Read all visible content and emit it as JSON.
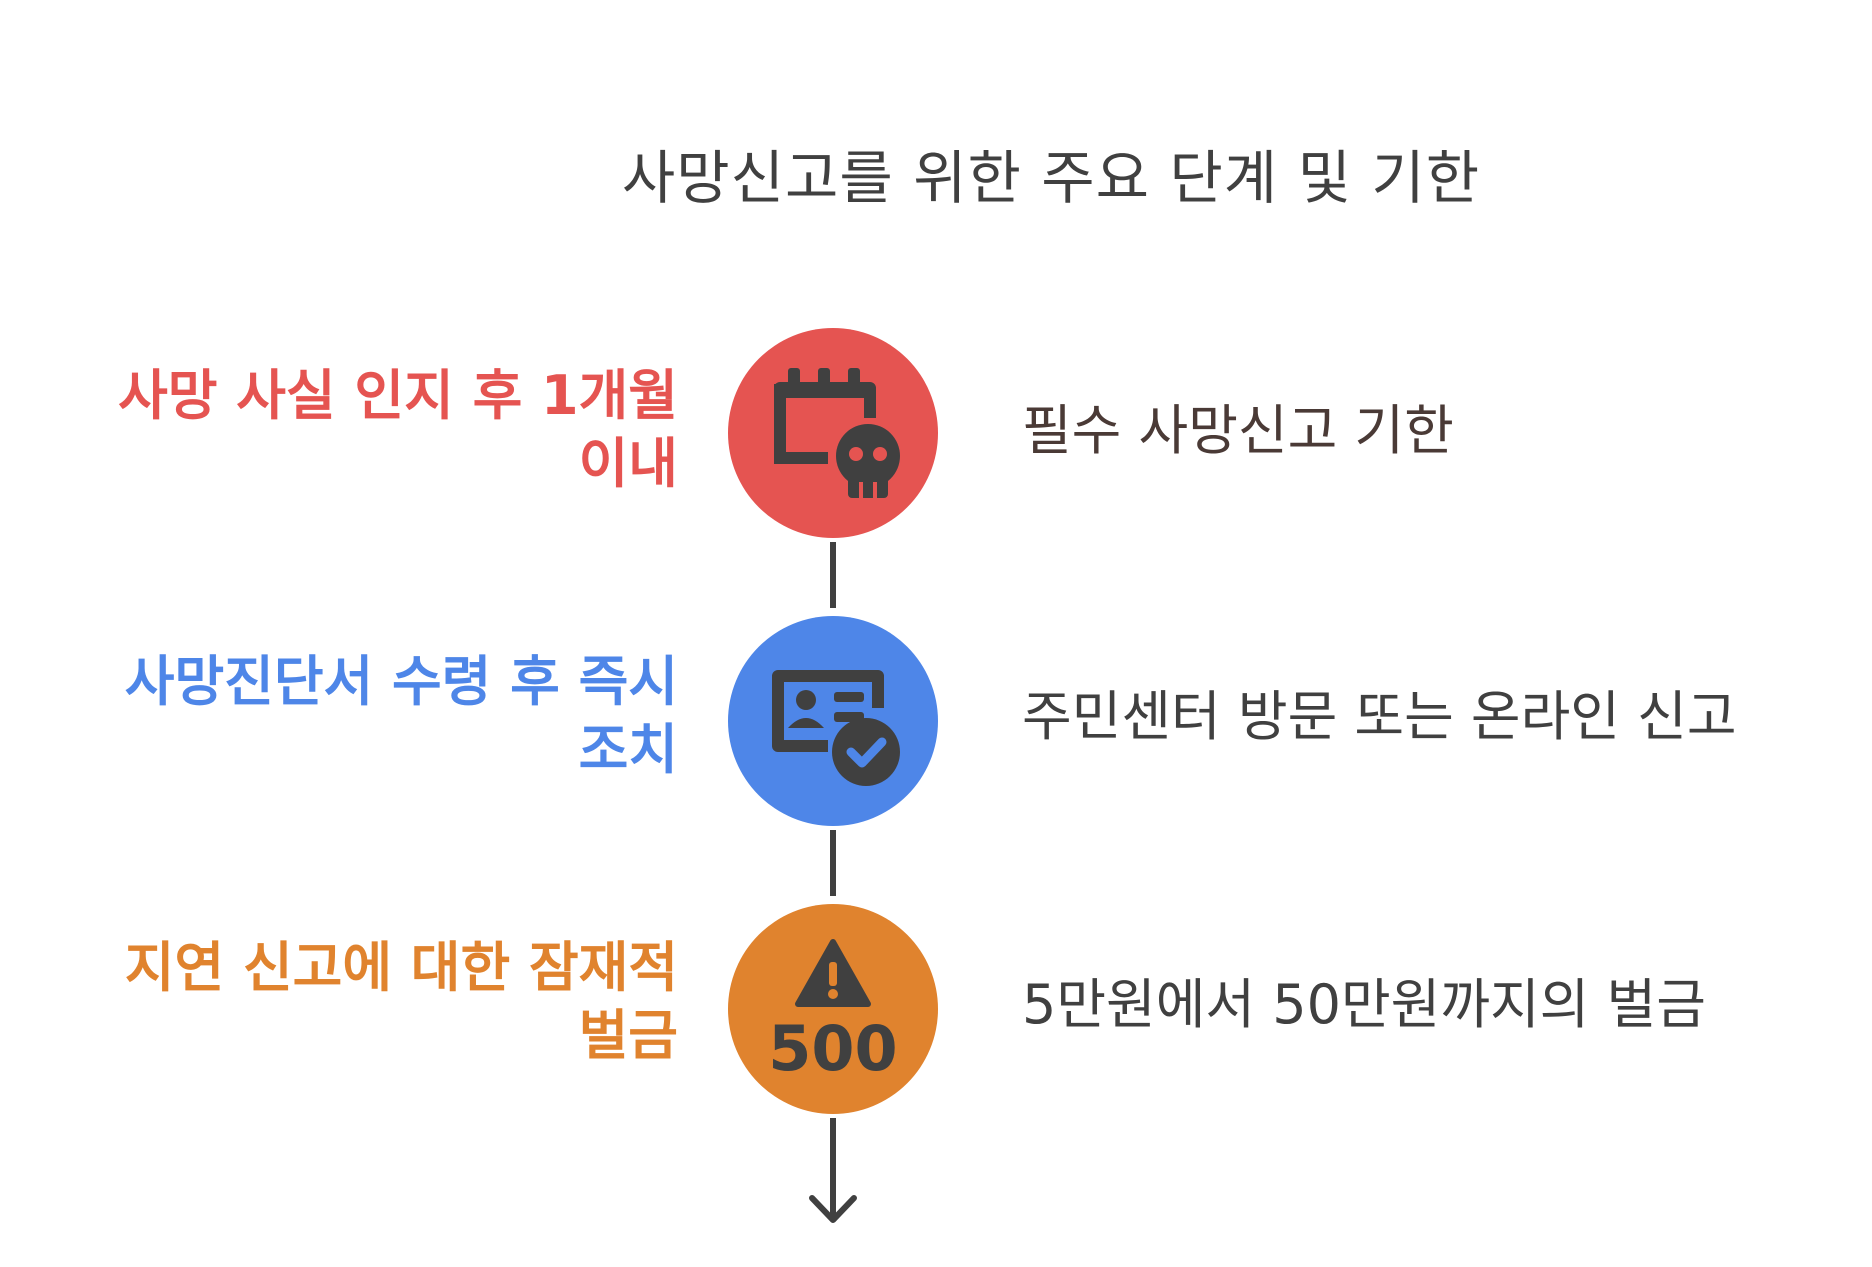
{
  "title": "사망신고를 위한 주요 단계 및 기한",
  "colors": {
    "text_dark": "#404040",
    "step1": "#E55451",
    "step2": "#4E86E8",
    "step3": "#E0832E"
  },
  "steps": [
    {
      "label_line1": "사망 사실 인지 후 1개월",
      "label_line2": "이내",
      "description": "필수 사망신고 기한",
      "color": "#E55451",
      "icon": "calendar-skull-icon"
    },
    {
      "label_line1": "사망진단서 수령 후 즉시",
      "label_line2": "조치",
      "description": "주민센터 방문 또는 온라인 신고",
      "color": "#4E86E8",
      "icon": "id-card-check-icon"
    },
    {
      "label_line1": "지연 신고에 대한 잠재적",
      "label_line2": "벌금",
      "description": "5만원에서 50만원까지의 벌금",
      "color": "#E0832E",
      "icon": "warning-fine-icon",
      "icon_text": "500"
    }
  ]
}
